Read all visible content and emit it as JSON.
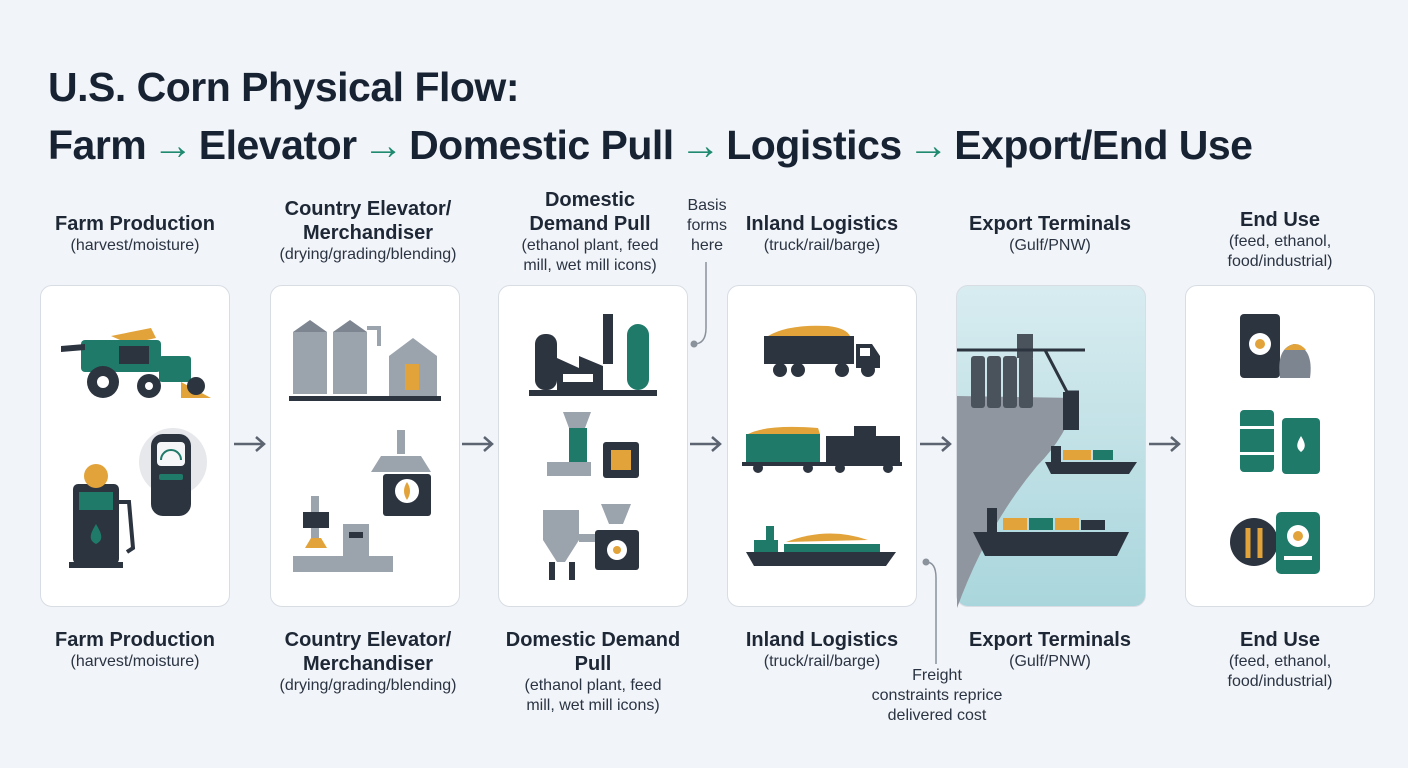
{
  "title": {
    "line1": "U.S. Corn Physical Flow:",
    "line2": [
      "Farm",
      "Elevator",
      "Domestic Pull",
      "Logistics",
      "Export/End Use"
    ]
  },
  "stages": [
    {
      "top_head": "Farm Production",
      "top_sub": [
        "(harvest/moisture)"
      ],
      "bottom_head": "Farm Production",
      "bottom_sub": [
        "(harvest/moisture)"
      ],
      "icons": [
        "combine-harvester-icon",
        "fuel-pump-icon",
        "moisture-meter-icon"
      ]
    },
    {
      "top_head": "Country Elevator/\nMerchandiser",
      "top_sub": [
        "(drying/grading/blending)"
      ],
      "bottom_head": "Country Elevator/\nMerchandiser",
      "bottom_sub": [
        "(drying/grading/blending)"
      ],
      "icons": [
        "grain-silos-icon",
        "grain-dryer-icon",
        "grading-lab-icon"
      ]
    },
    {
      "top_head": "Domestic\nDemand Pull",
      "top_sub": [
        "(ethanol plant, feed",
        "mill, wet mill icons)"
      ],
      "bottom_head": "Domestic Demand\nPull",
      "bottom_sub": [
        "(ethanol plant, feed",
        "mill, wet mill icons)"
      ],
      "icons": [
        "ethanol-plant-icon",
        "feed-mill-icon",
        "wet-mill-icon"
      ]
    },
    {
      "top_head": "Inland Logistics",
      "top_sub": [
        "(truck/rail/barge)"
      ],
      "bottom_head": "Inland Logistics",
      "bottom_sub": [
        "(truck/rail/barge)"
      ],
      "icons": [
        "grain-truck-icon",
        "rail-train-icon",
        "barge-icon"
      ]
    },
    {
      "top_head": "Export Terminals",
      "top_sub": [
        "(Gulf/PNW)"
      ],
      "bottom_head": "Export Terminals",
      "bottom_sub": [
        "(Gulf/PNW)"
      ],
      "icons": [
        "export-terminal-icon",
        "container-ship-icon",
        "cargo-ship-icon"
      ]
    },
    {
      "top_head": "End Use",
      "top_sub": [
        "(feed, ethanol,",
        "food/industrial)"
      ],
      "bottom_head": "End Use",
      "bottom_sub": [
        "(feed, ethanol,",
        "food/industrial)"
      ],
      "icons": [
        "feed-bag-icon",
        "ethanol-barrels-icon",
        "food-package-icon"
      ]
    }
  ],
  "annotations": {
    "basis": [
      "Basis",
      "forms",
      "here"
    ],
    "freight": [
      "Freight",
      "constraints reprice",
      "delivered cost"
    ]
  },
  "colors": {
    "teal": "#1f7a6a",
    "dark": "#2c3440",
    "grain": "#e2a33a",
    "gray": "#9ba3ad",
    "water": "#a9d6dc"
  }
}
